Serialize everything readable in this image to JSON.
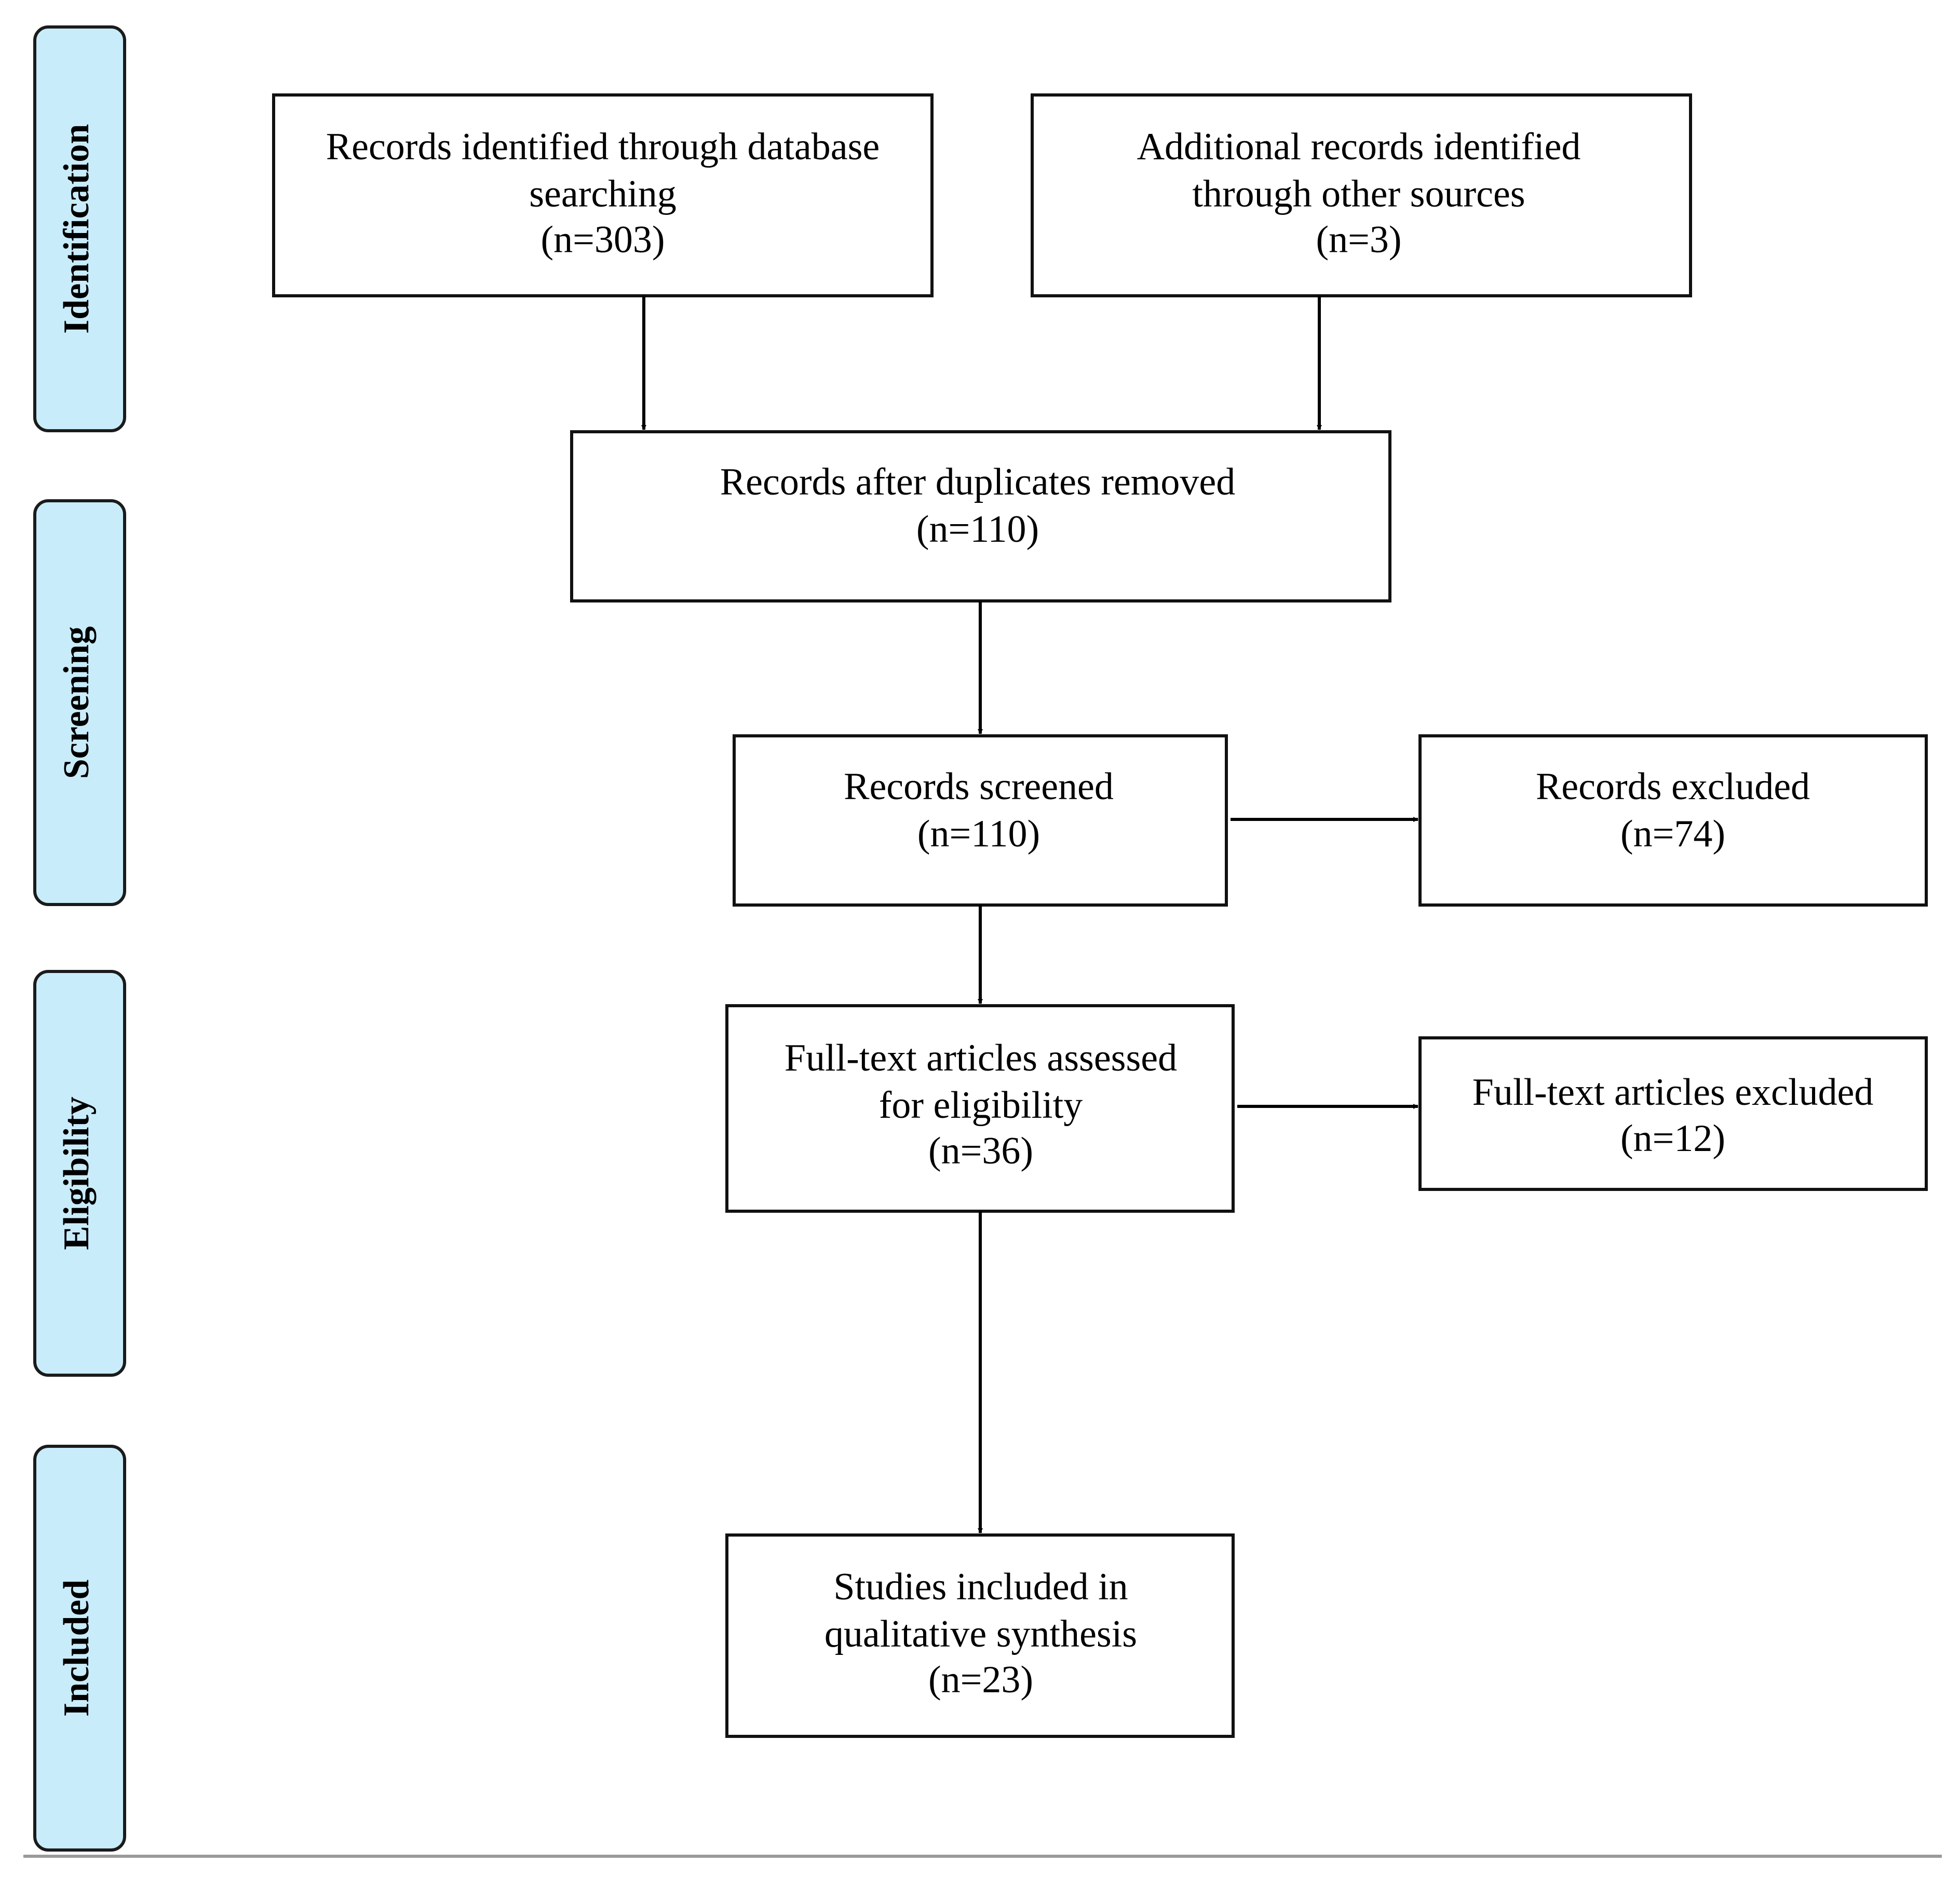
{
  "colors": {
    "stage_fill": "#c9ecfb",
    "stage_stroke": "#1b1b1b",
    "box_stroke": "#111111",
    "arrow": "#000000",
    "baseline": "#9a9a9a",
    "background": "#ffffff"
  },
  "stages": [
    {
      "id": "identification",
      "label": "Identification"
    },
    {
      "id": "screening",
      "label": "Screening"
    },
    {
      "id": "eligibility",
      "label": "Eligibility"
    },
    {
      "id": "included",
      "label": "Included"
    }
  ],
  "boxes": {
    "database": {
      "lines": [
        "Records identified through database",
        "searching"
      ],
      "count": "(n=303)"
    },
    "other_sources": {
      "lines": [
        "Additional records identified",
        "through other sources"
      ],
      "count": "(n=3)"
    },
    "after_duplicates": {
      "lines": [
        "Records after duplicates removed"
      ],
      "count": "(n=110)"
    },
    "screened": {
      "lines": [
        "Records screened"
      ],
      "count": "(n=110)"
    },
    "excluded": {
      "lines": [
        "Records excluded"
      ],
      "count": "(n=74)"
    },
    "fulltext_assessed": {
      "lines": [
        "Full-text articles assessed",
        "for eligibility"
      ],
      "count": "(n=36)"
    },
    "fulltext_excluded": {
      "lines": [
        "Full-text articles excluded"
      ],
      "count": "(n=12)"
    },
    "included": {
      "lines": [
        "Studies included in",
        "qualitative synthesis"
      ],
      "count": "(n=23)"
    }
  }
}
